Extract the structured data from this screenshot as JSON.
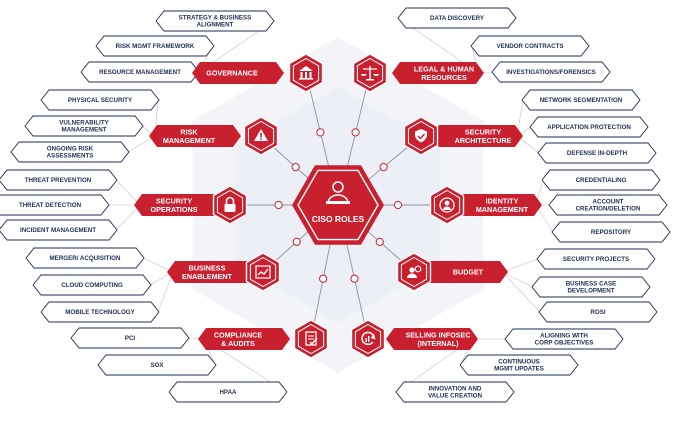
{
  "center": {
    "label": "CISO ROLES"
  },
  "categories": [
    {
      "key": "governance",
      "lines": [
        "GOVERNANCE"
      ],
      "icon": "government-building-icon",
      "items": [
        [
          "STRATEGY & BUSINESS",
          "ALIGNMENT"
        ],
        [
          "RISK MGMT FRAMEWORK"
        ],
        [
          "RESOURCE MANAGEMENT"
        ]
      ]
    },
    {
      "key": "risk-management",
      "lines": [
        "RISK",
        "MANAGEMENT"
      ],
      "icon": "warning-icon",
      "items": [
        [
          "PHYSICAL SECURITY"
        ],
        [
          "VULNERABILITY",
          "MANAGEMENT"
        ],
        [
          "ONGOING RISK",
          "ASSESSMENTS"
        ]
      ]
    },
    {
      "key": "security-operations",
      "lines": [
        "SECURITY",
        "OPERATIONS"
      ],
      "icon": "padlock-icon",
      "items": [
        [
          "THREAT PREVENTION"
        ],
        [
          "THREAT DETECTION"
        ],
        [
          "INCIDENT MANAGEMENT"
        ]
      ]
    },
    {
      "key": "business-enablement",
      "lines": [
        "BUSINESS",
        "ENABLEMENT"
      ],
      "icon": "growth-chart-icon",
      "items": [
        [
          "MERGER/ ACQUISITION"
        ],
        [
          "CLOUD COMPUTING"
        ],
        [
          "MOBILE TECHNOLOGY"
        ]
      ]
    },
    {
      "key": "compliance-audits",
      "lines": [
        "COMPLIANCE",
        "& AUDITS"
      ],
      "icon": "checklist-icon",
      "items": [
        [
          "PCI"
        ],
        [
          "SOX"
        ],
        [
          "HPAA"
        ]
      ]
    },
    {
      "key": "legal-human-resources",
      "lines": [
        "LEGAL & HUMAN",
        "RESOURCES"
      ],
      "icon": "scales-icon",
      "items": [
        [
          "DATA DISCOVERY"
        ],
        [
          "VENDOR CONTRACTS"
        ],
        [
          "INVESTIGATIONS/FORENSICS"
        ]
      ]
    },
    {
      "key": "security-architecture",
      "lines": [
        "SECURITY",
        "ARCHITECTURE"
      ],
      "icon": "shield-check-icon",
      "items": [
        [
          "NETWORK SEGMENTATION"
        ],
        [
          "APPLICATION PROTECTION"
        ],
        [
          "DEFENSE IN-DEPTH"
        ]
      ]
    },
    {
      "key": "identity-management",
      "lines": [
        "IDENTITY",
        "MANAGEMENT"
      ],
      "icon": "user-circle-icon",
      "items": [
        [
          "CREDENTIALING"
        ],
        [
          "ACCOUNT",
          "CREATION/DELETION"
        ],
        [
          "REPOSITORY"
        ]
      ]
    },
    {
      "key": "budget",
      "lines": [
        "BUDGET"
      ],
      "icon": "budget-person-icon",
      "items": [
        [
          "SECURITY PROJECTS"
        ],
        [
          "BUSINESS CASE",
          "DEVELOPMENT"
        ],
        [
          "ROSI"
        ]
      ]
    },
    {
      "key": "selling-infosec",
      "lines": [
        "SELLING INFOSEC",
        "(INTERNAL)"
      ],
      "icon": "refresh-cycle-icon",
      "items": [
        [
          "ALIGNING WITH",
          "CORP OBJECTIVES"
        ],
        [
          "CONTINUOUS",
          "MGMT UPDATES"
        ],
        [
          "INNOVATION AND",
          "VALUE CREATION"
        ]
      ]
    }
  ],
  "colors": {
    "red": "#c8202f",
    "navy": "#1f2d55",
    "line": "#8a93a8",
    "bg": "#ffffff"
  }
}
